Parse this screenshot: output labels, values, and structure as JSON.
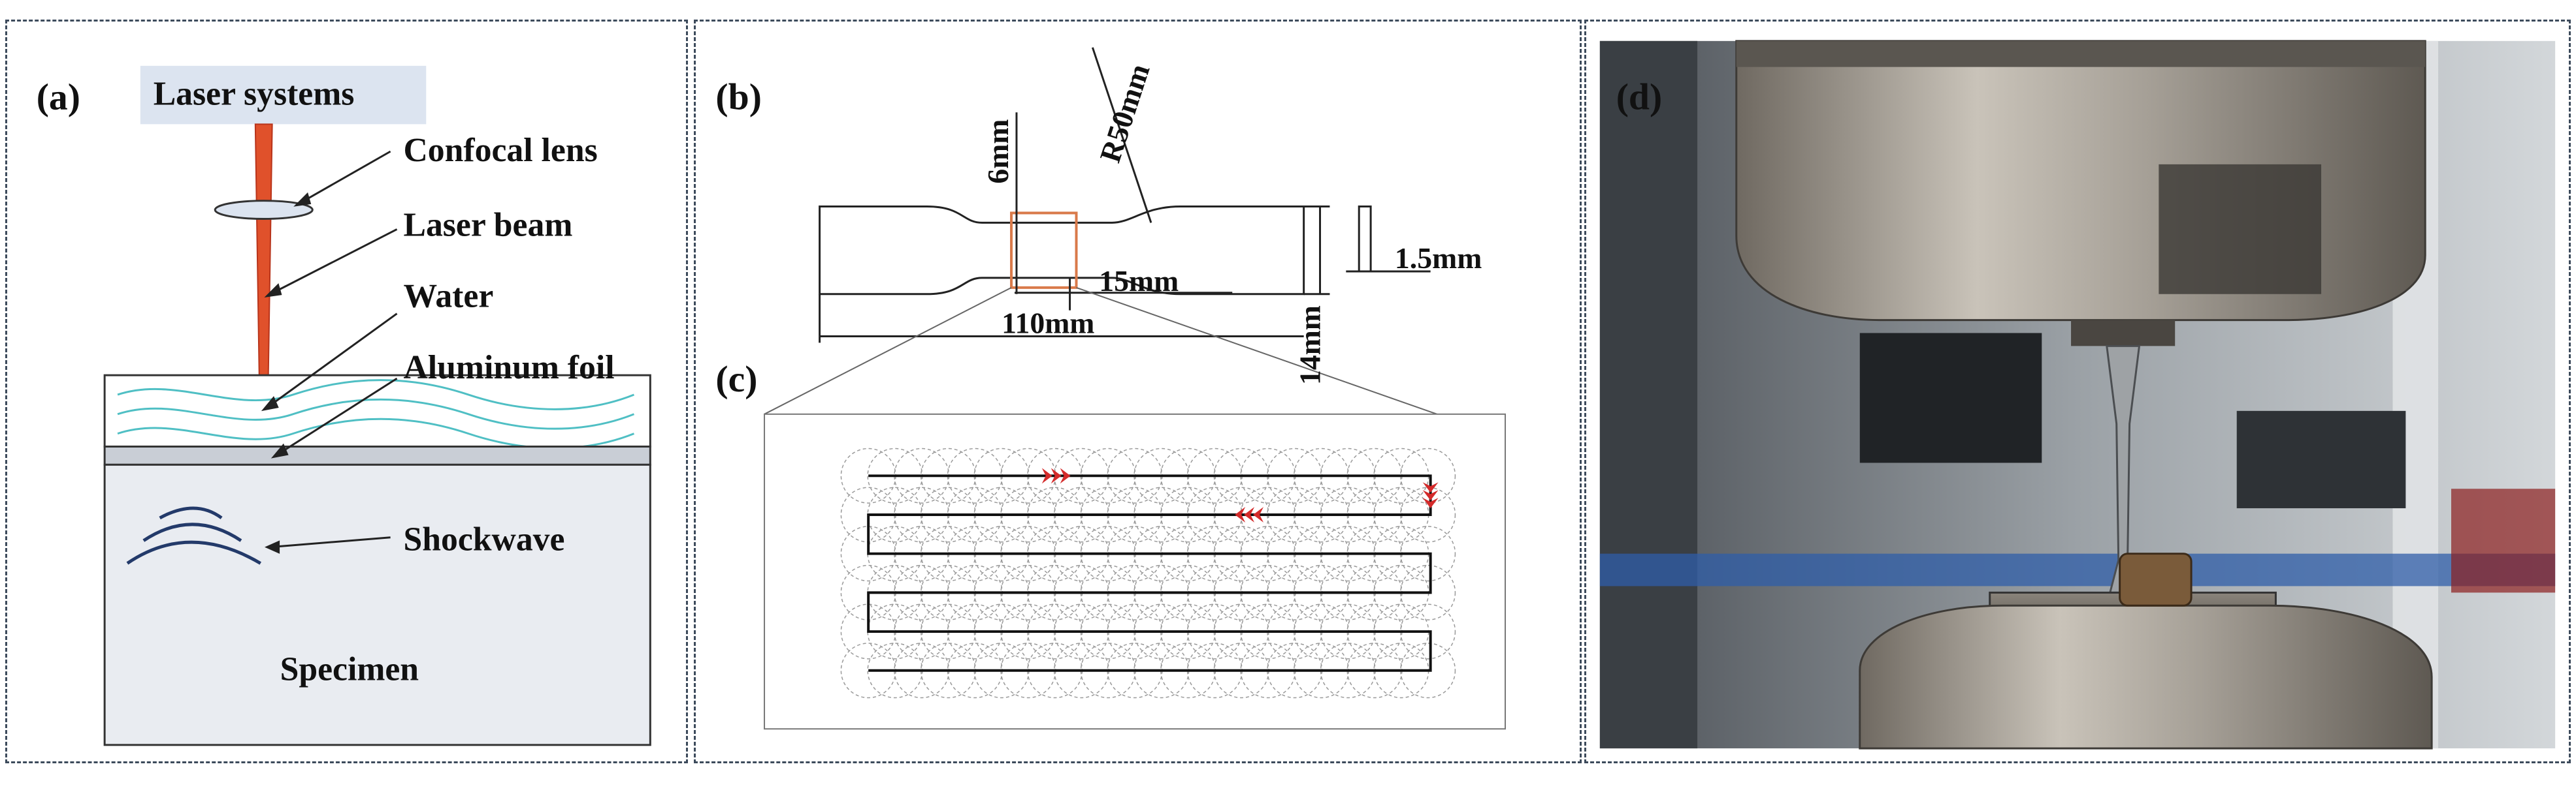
{
  "panel_a": {
    "tag": "(a)",
    "laser_systems": "Laser systems",
    "confocal_lens": "Confocal lens",
    "laser_beam": "Laser beam",
    "water": "Water",
    "aluminum_foil": "Aluminum foil",
    "shockwave": "Shockwave",
    "specimen": "Specimen",
    "colors": {
      "beam": "#e0512b",
      "water": "#4fbfc4",
      "label_box": "#dce4f0",
      "specimen": "#e9ecf1",
      "shockwave": "#233a6a"
    }
  },
  "panel_b": {
    "tag": "(b)",
    "dim_6mm": "6mm",
    "dim_r50": "R50mm",
    "dim_15mm": "15mm",
    "dim_110mm": "110mm",
    "dim_14mm": "14mm",
    "dim_1_5mm": "1.5mm",
    "colors": {
      "gauge_box": "#d97a4a"
    }
  },
  "panel_c": {
    "tag": "(c)",
    "colors": {
      "arrow": "#d42a2a",
      "circles": "#9a9a9a"
    }
  },
  "panel_d": {
    "tag": "(d)",
    "description_icon": "tensile-test-photo"
  }
}
